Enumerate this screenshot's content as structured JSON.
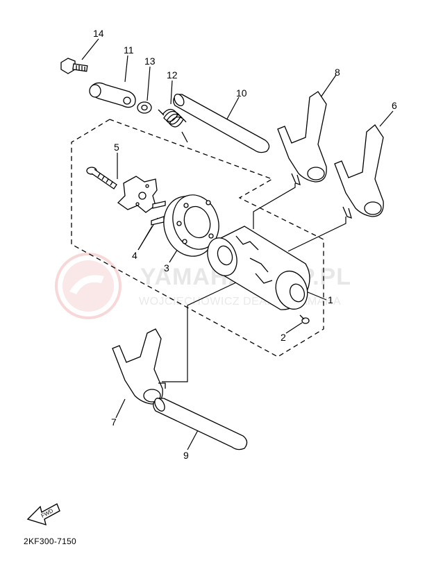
{
  "watermark": {
    "main_text": "YAMAHASHOP.PL",
    "sub_text": "WOJCIECHOWICZ DEALER YAMAHA",
    "logo_color": "#f2b8b8"
  },
  "part_numbers": {
    "p1": "1",
    "p2": "2",
    "p3": "3",
    "p4": "4",
    "p5": "5",
    "p6": "6",
    "p7": "7",
    "p8": "8",
    "p9": "9",
    "p10": "10",
    "p11": "11",
    "p12": "12",
    "p13": "13",
    "p14": "14"
  },
  "fwd_label": "FWD",
  "diagram_code": "2KF300-7150"
}
